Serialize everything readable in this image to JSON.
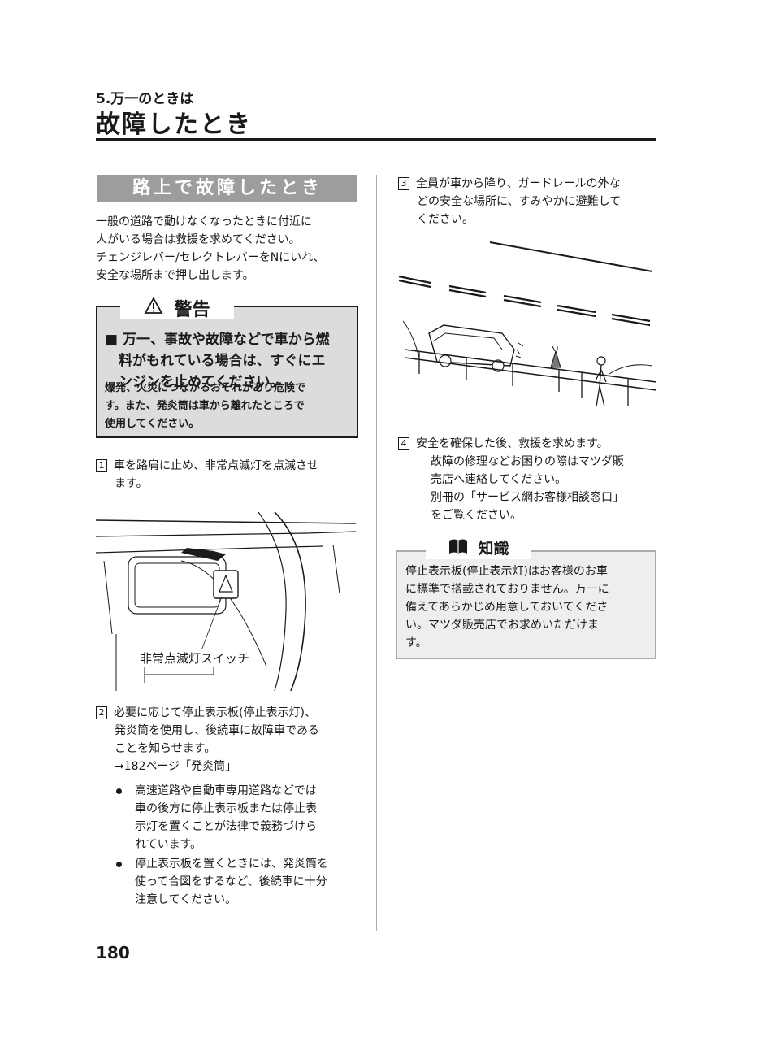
{
  "header": {
    "chapter": "5.万一のときは",
    "title": "故障したとき"
  },
  "section": {
    "banner": "路上で故障したとき",
    "intro": [
      "一般の道路で動けなくなったときに付近に",
      "人がいる場合は救援を求めてください。",
      "チェンジレバー/セレクトレバーをNにいれ、",
      "安全な場所まで押し出します。"
    ]
  },
  "warning": {
    "label": "警告",
    "heading": [
      "■ 万一、事故や故障などで車から燃",
      "　料がもれている場合は、すぐにエ",
      "　ンジンを止めてください。"
    ],
    "body": [
      "爆発、火災につながるおそれがあり危険で",
      "す。また、発炎筒は車から離れたところで",
      "使用してください。"
    ]
  },
  "steps": {
    "s1": {
      "num": "1",
      "lines": [
        "車を路肩に止め、非常点滅灯を点滅させ",
        "ます。"
      ]
    },
    "s2": {
      "num": "2",
      "lines": [
        "必要に応じて停止表示板(停止表示灯)、",
        "発炎筒を使用し、後続車に故障車である",
        "ことを知らせます。",
        "➞182ページ「発炎筒」"
      ]
    },
    "s3": {
      "num": "3",
      "lines": [
        "全員が車から降り、ガードレールの外な",
        "どの安全な場所に、すみやかに避難して",
        "ください。"
      ]
    },
    "s4": {
      "num": "4",
      "lines": [
        "安全を確保した後、救援を求めます。",
        "故障の修理などお困りの際はマツダ販",
        "売店へ連絡してください。",
        "別冊の「サービス網お客様相談窓口」",
        "をご覧ください。"
      ]
    }
  },
  "bullets": [
    [
      "高速道路や自動車専用道路などでは",
      "車の後方に停止表示板または停止表",
      "示灯を置くことが法律で義務づけら",
      "れています。"
    ],
    [
      "停止表示板を置くときには、発炎筒を",
      "使って合図をするなど、後続車に十分",
      "注意してください。"
    ]
  ],
  "figure1": {
    "label": "非常点滅灯スイッチ"
  },
  "info": {
    "label": "知識",
    "text": [
      "停止表示板(停止表示灯)はお客様のお車",
      "に標準で搭載されておりません。万一に",
      "備えてあらかじめ用意しておいてくださ",
      "い。マツダ販売店でお求めいただけま",
      "す。"
    ]
  },
  "page_number": "180",
  "icons": {
    "warning": "warning-triangle-icon",
    "info": "book-icon"
  }
}
